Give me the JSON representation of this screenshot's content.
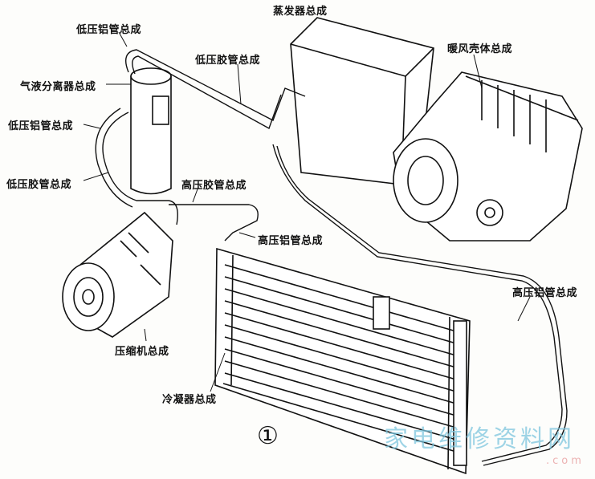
{
  "labels": {
    "evaporator": "蒸发器总成",
    "low_pressure_al_pipe_top": "低压铝管总成",
    "low_pressure_hose_top": "低压胶管总成",
    "heater_housing": "暖风壳体总成",
    "accumulator": "气液分离器总成",
    "low_pressure_al_pipe_left": "低压铝管总成",
    "low_pressure_hose_left": "低压胶管总成",
    "high_pressure_hose": "高压胶管总成",
    "high_pressure_al_pipe_mid": "高压铝管总成",
    "high_pressure_al_pipe_right": "高压铝管总成",
    "compressor": "压缩机总成",
    "condenser": "冷凝器总成"
  },
  "figure_number": "①",
  "watermark": {
    "text": "家电维修资料网",
    "url": ".com"
  }
}
